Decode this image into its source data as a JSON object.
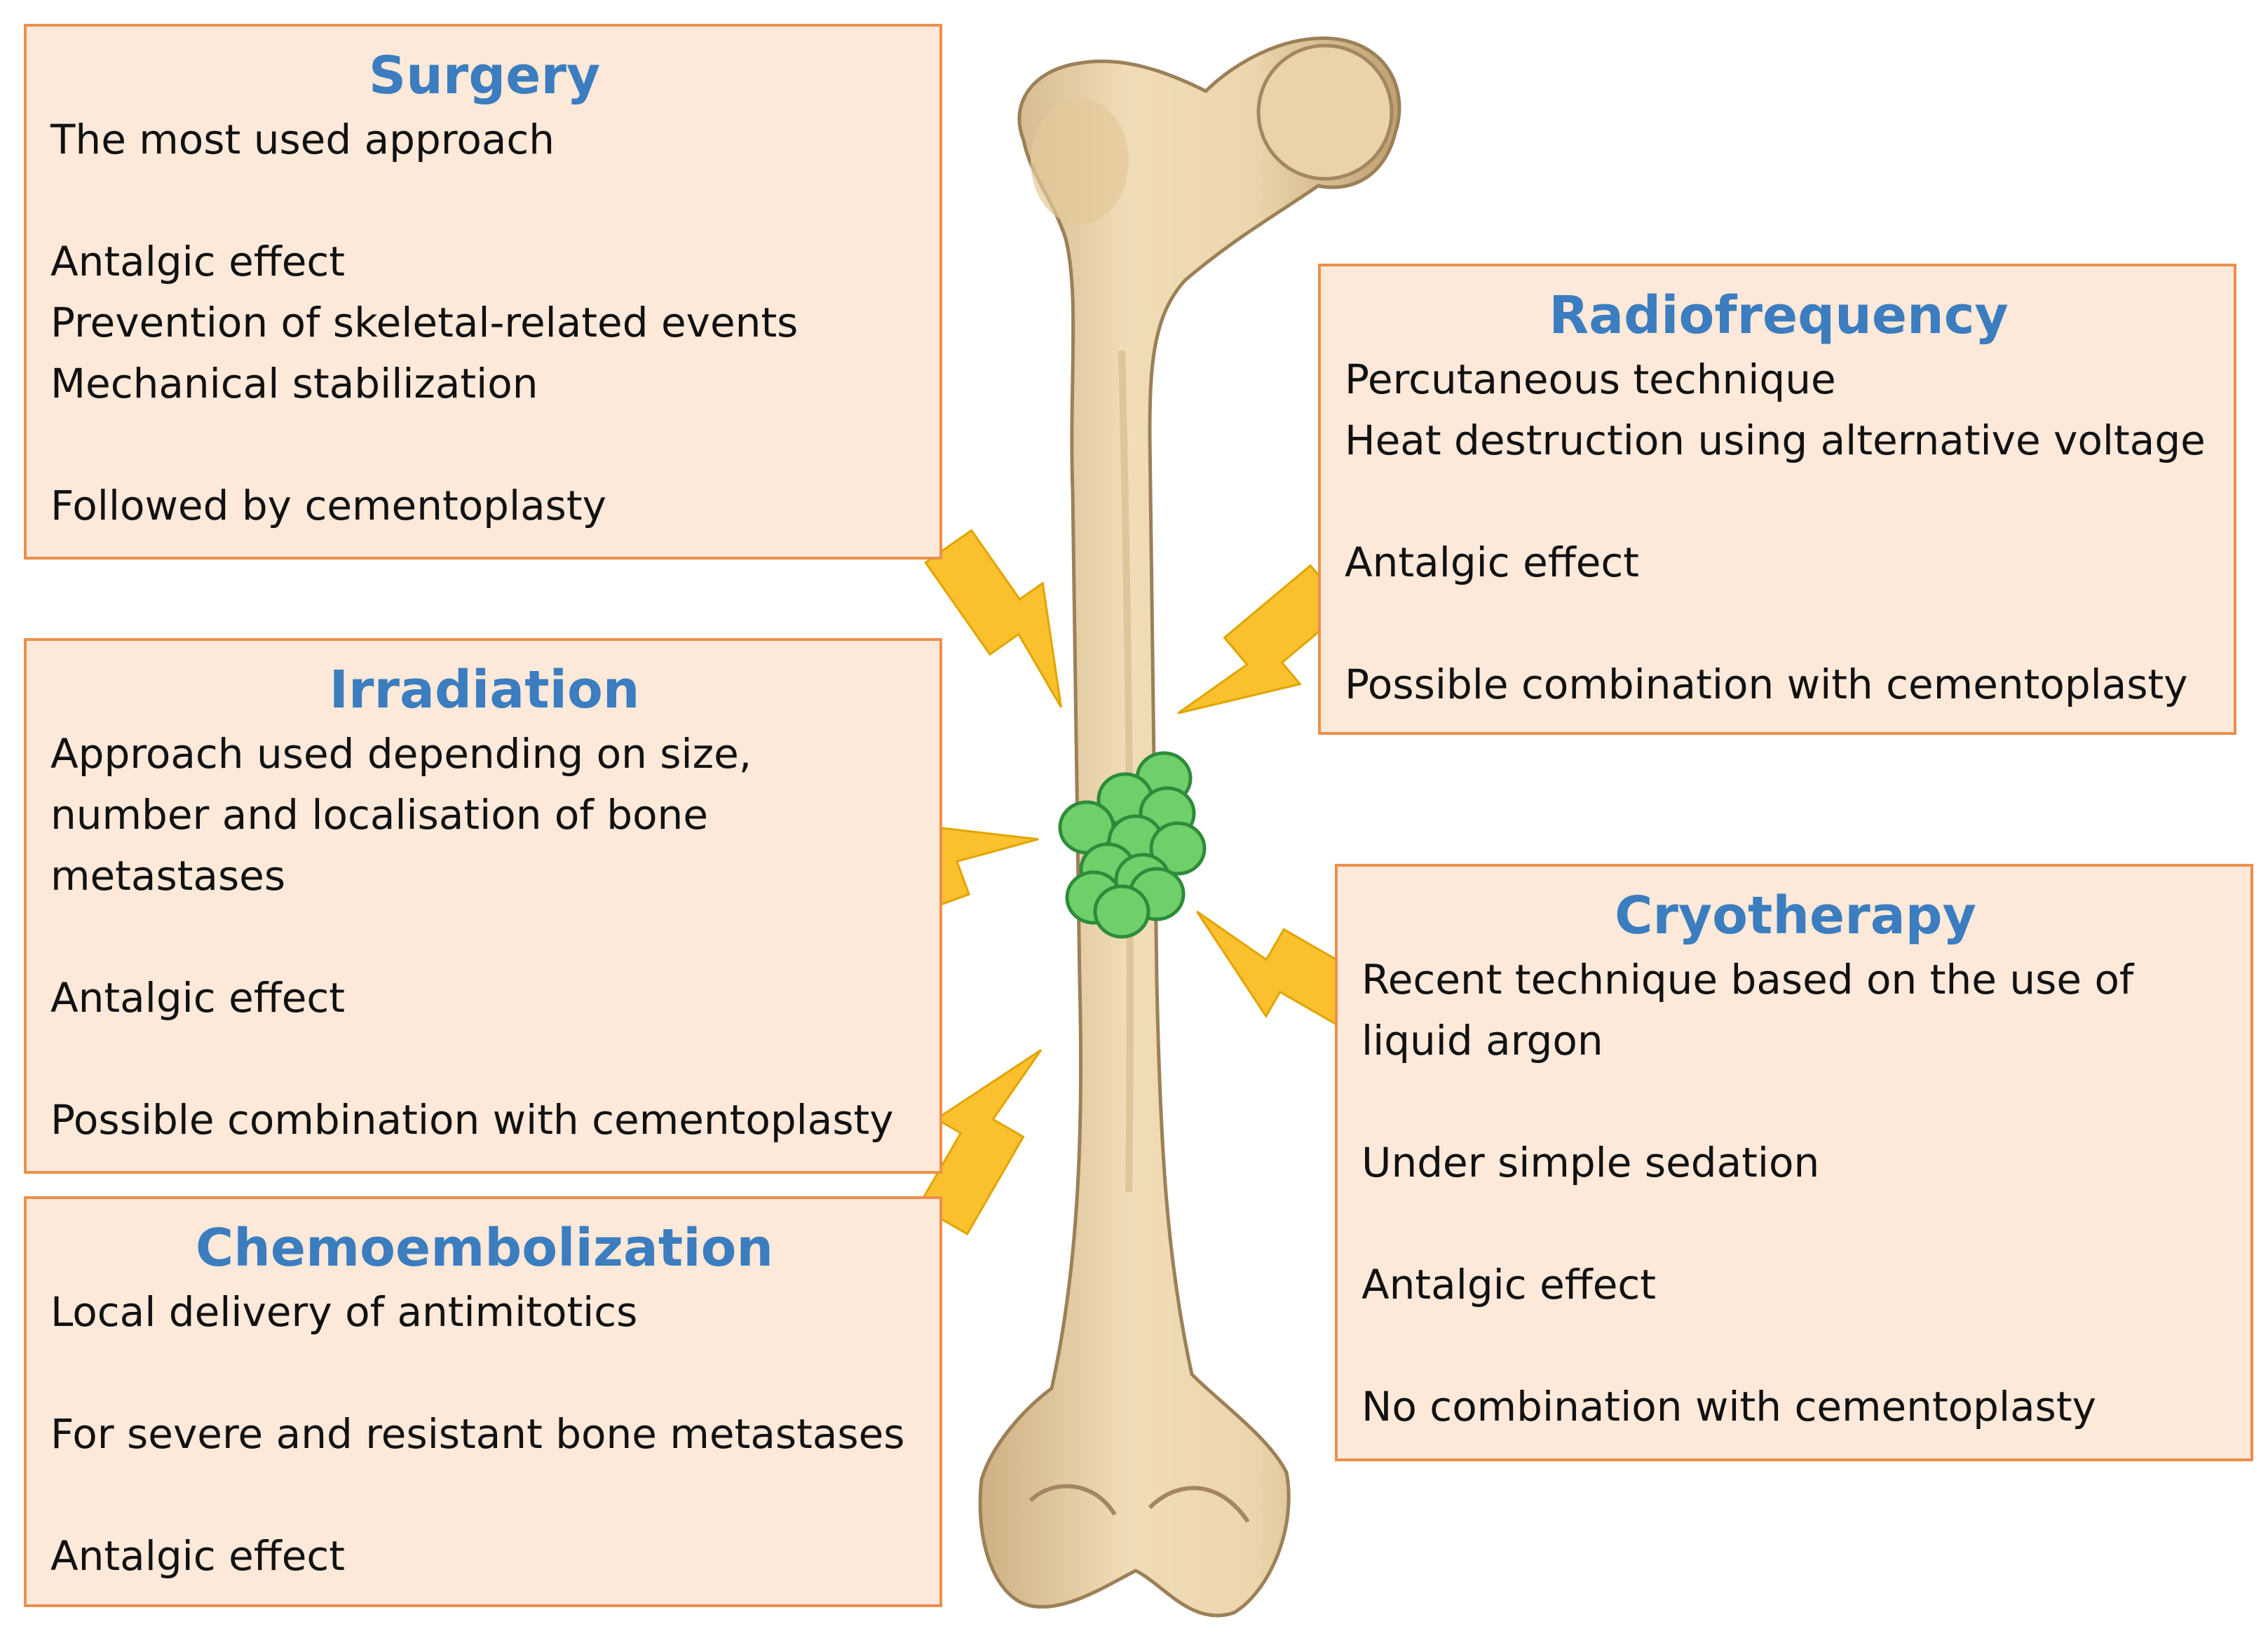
{
  "colors": {
    "box_fill": "#fde9d9",
    "box_border": "#ed8f4c",
    "title": "#3b7dbf",
    "bolt": "#fbc02d",
    "metastasis_fill": "#6fcf6a",
    "metastasis_stroke": "#2e8b3a",
    "bone": "#e6cfa3"
  },
  "boxes": {
    "surgery": {
      "title": "Surgery",
      "lines": [
        "The most used approach",
        "",
        "Antalgic effect",
        "Prevention of skeletal-related events",
        "Mechanical stabilization",
        "",
        "Followed by cementoplasty"
      ]
    },
    "irradiation": {
      "title": "Irradiation",
      "lines": [
        "Approach used depending on size,",
        "number and localisation of bone",
        "metastases",
        "",
        "Antalgic effect",
        "",
        "Possible combination with cementoplasty"
      ]
    },
    "chemoembolization": {
      "title": "Chemoembolization",
      "lines": [
        "Local delivery of antimitotics",
        "",
        "For severe and resistant bone metastases",
        "",
        "Antalgic effect"
      ]
    },
    "radiofrequency": {
      "title": "Radiofrequency",
      "lines": [
        "Percutaneous technique",
        "Heat destruction using alternative voltage",
        "",
        "Antalgic effect",
        "",
        "Possible combination with cementoplasty"
      ]
    },
    "cryotherapy": {
      "title": "Cryotherapy",
      "lines": [
        "Recent technique based on the use of",
        "liquid argon",
        "",
        "Under simple sedation",
        "",
        "Antalgic effect",
        "",
        "No combination with cementoplasty"
      ]
    }
  }
}
